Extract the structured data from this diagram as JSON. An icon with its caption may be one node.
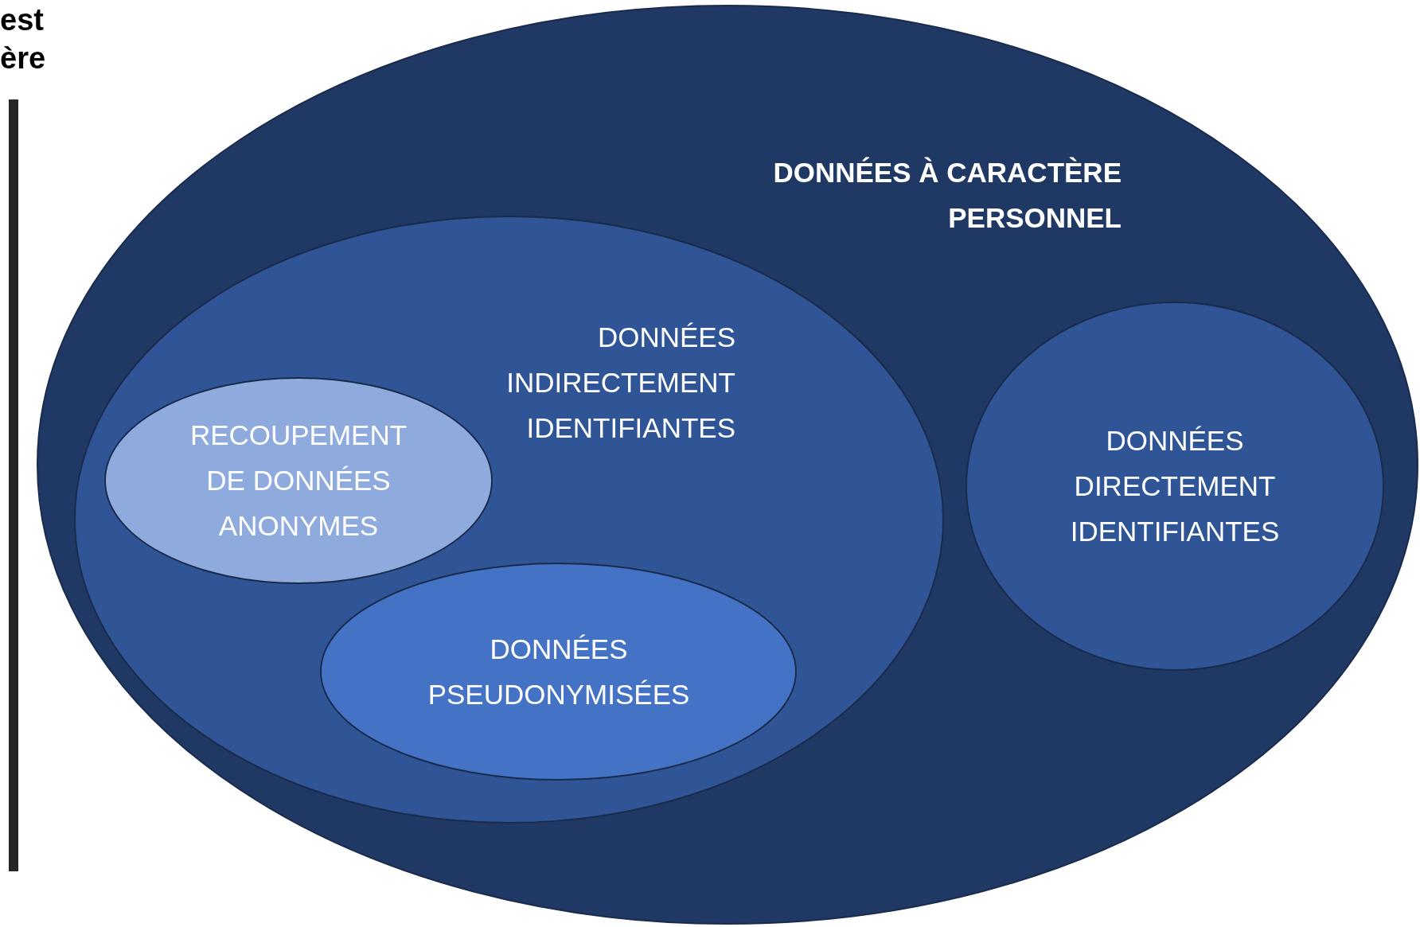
{
  "diagram": {
    "nodes": [
      {
        "text": [
          "DONNÉES À CARACTÈRE PERSONNEL"
        ]
      },
      {
        "text": [
          "DONNÉES INDIRECTEMENT IDENTIFIANTES"
        ],
        "in": 0
      },
      {
        "text": [
          "RECOUPEMENT DE DONNÉES ANONYMES"
        ],
        "in": 1
      },
      {
        "text": [
          "DONNÉES PSEUDONYMISÉES"
        ],
        "in": 1
      },
      {
        "text": [
          "DONNÉES DIRECTEMENT IDENTIFIANTES"
        ],
        "in": 0
      }
    ],
    "labels": [
      "est",
      "ère"
    ]
  }
}
